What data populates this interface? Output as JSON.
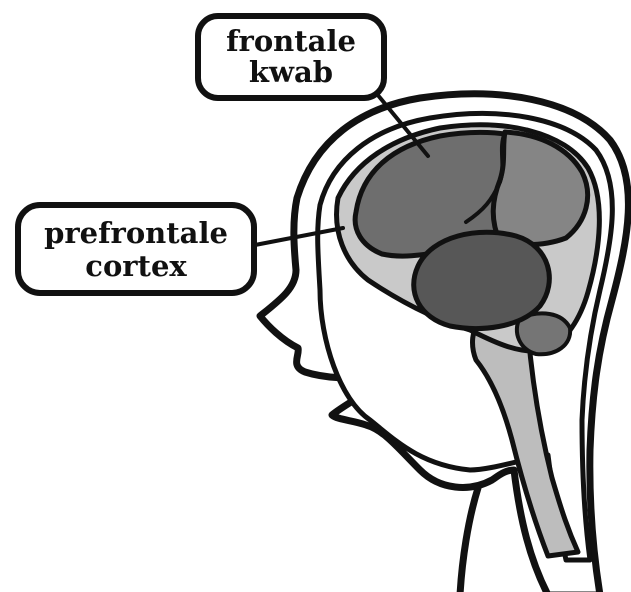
{
  "labels": {
    "frontal_lobe": {
      "line1": "frontale",
      "line2": "kwab"
    },
    "prefrontal_cortex": {
      "line1": "prefrontale",
      "line2": "cortex"
    }
  },
  "colors": {
    "outline": "#111111",
    "background": "#ffffff",
    "skull_gap": "#ffffff",
    "brain_outer_light": "#c9c9c9",
    "cerebrum": "#6e6e6e",
    "cerebrum_back": "#858585",
    "cerebellum": "#575757",
    "brainstem": "#bdbdbd"
  }
}
